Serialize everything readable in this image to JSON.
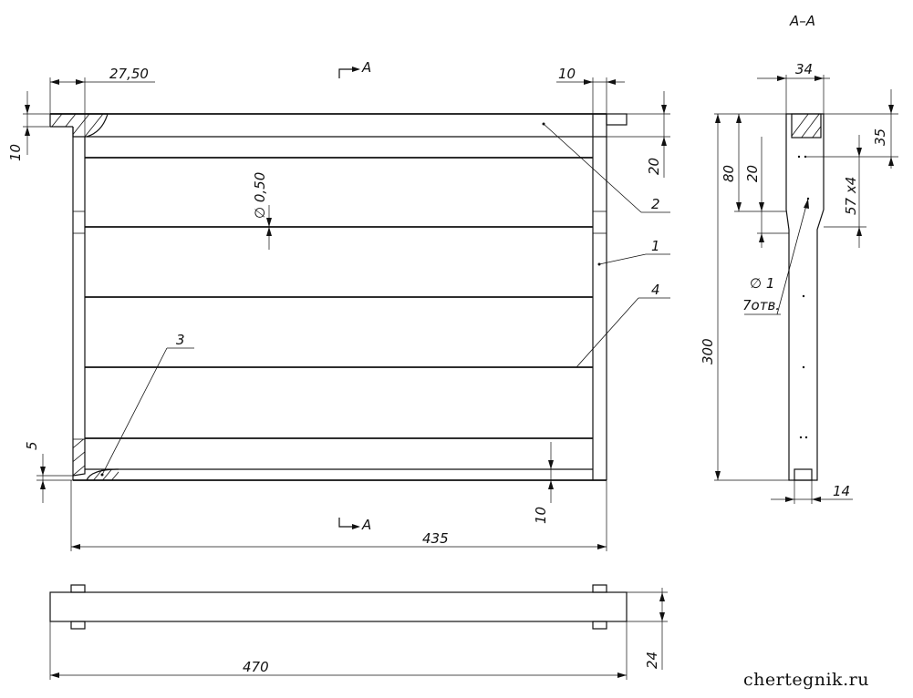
{
  "section": {
    "title": "A–A",
    "marker_top": "A",
    "marker_bottom": "A"
  },
  "dimensions": {
    "top_offset": "27,50",
    "top_right_gap": "10",
    "left_top": "10",
    "right_20": "20",
    "wire_dia": "∅ 0,50",
    "left_bottom": "5",
    "bottom_10": "10",
    "width_435": "435",
    "length_470": "470",
    "depth_24": "24",
    "sec_width_34": "34",
    "sec_35": "35",
    "sec_80": "80",
    "sec_20": "20",
    "sec_57x4": "57 x4",
    "sec_300": "300",
    "sec_hole": "∅ 1",
    "sec_holes_count": "7отв.",
    "sec_14": "14"
  },
  "callouts": {
    "c1": "1",
    "c2": "2",
    "c3": "3",
    "c4": "4"
  },
  "watermark": "chertegnik.ru"
}
